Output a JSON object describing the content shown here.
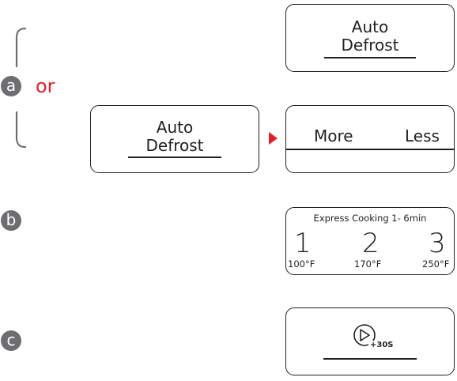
{
  "steps": {
    "a": "a",
    "b": "b",
    "c": "c"
  },
  "or_text": "or",
  "panels": {
    "auto_defrost_top": {
      "line1": "Auto",
      "line2": "Defrost"
    },
    "auto_defrost_left": {
      "line1": "Auto",
      "line2": "Defrost"
    },
    "more_less": {
      "more": "More",
      "less": "Less"
    },
    "express": {
      "title": "Express Cooking 1- 6min",
      "options": [
        {
          "number": "1",
          "temp": "100°F"
        },
        {
          "number": "2",
          "temp": "170°F"
        },
        {
          "number": "3",
          "temp": "250°F"
        }
      ]
    },
    "timer": {
      "icon": "play-plus-30s-icon",
      "label": "+30S"
    }
  },
  "colors": {
    "accent_red": "#e31f26",
    "badge_grey": "#6d6e71",
    "stroke": "#231f20"
  }
}
